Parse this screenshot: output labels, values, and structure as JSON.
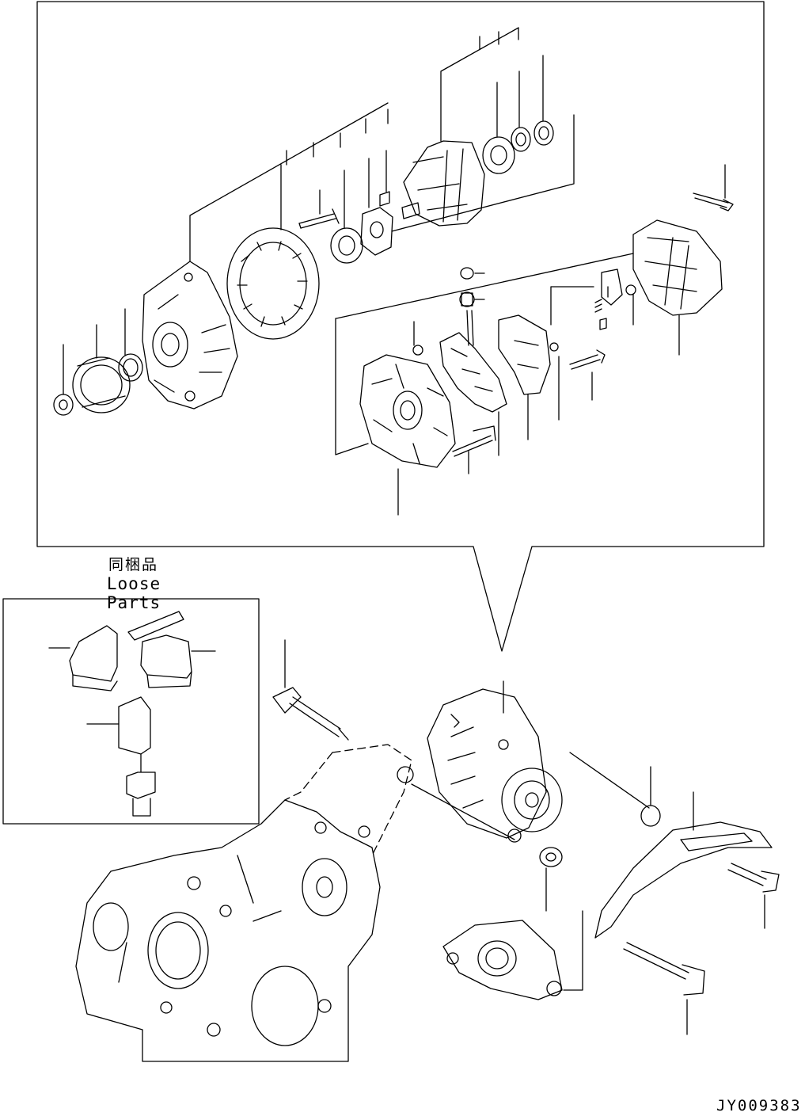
{
  "labels": {
    "loose_parts_jp": "同梱品",
    "loose_parts_en": "Loose Parts",
    "drawing_id": "JY009383"
  },
  "icons": [
    "alternator",
    "rotor",
    "stator",
    "bearing",
    "pulley",
    "rear-cover",
    "brush-holder",
    "regulator",
    "rectifier",
    "relay",
    "bracket",
    "bolt",
    "nut",
    "gear-case"
  ]
}
